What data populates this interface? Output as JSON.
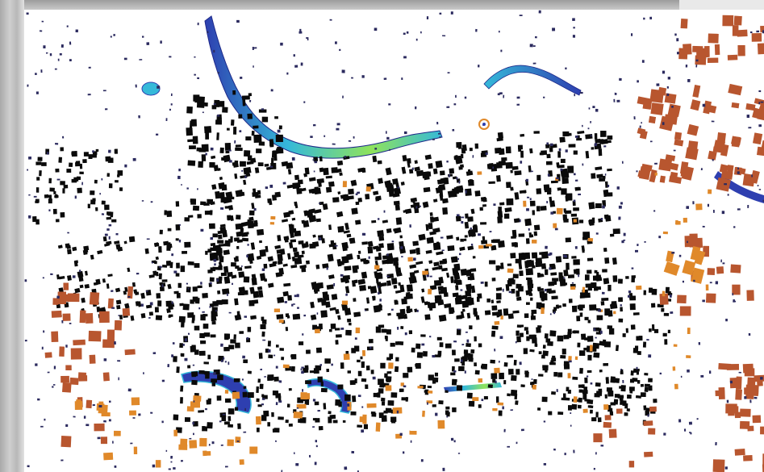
{
  "map": {
    "colors": {
      "background": "#ffffff",
      "building_black": "#0a0a0a",
      "building_brown": "#b8562f",
      "building_orange": "#e0892a",
      "building_dark": "#2b2a5e",
      "river_low": "#2e3fb0",
      "river_mid": "#35b9d9",
      "river_high": "#8fe35c"
    },
    "layers": [
      "building-black",
      "building-brown",
      "building-orange",
      "building-dark",
      "river-gradient"
    ],
    "icons": [
      "compass-marker-icon"
    ]
  }
}
